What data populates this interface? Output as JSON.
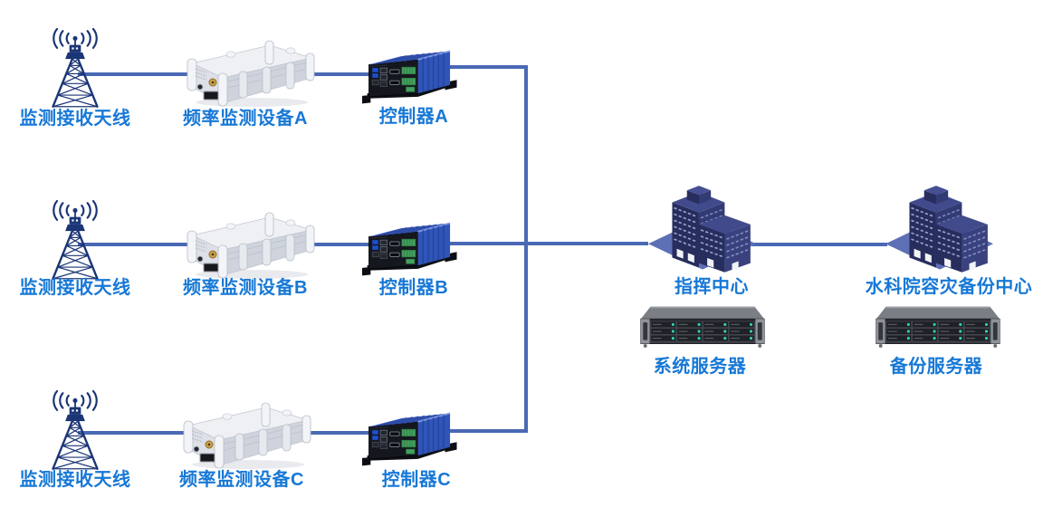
{
  "diagram": {
    "branches": [
      {
        "antenna_label": "监测接收天线",
        "device_label": "频率监测设备A",
        "controller_label": "控制器A"
      },
      {
        "antenna_label": "监测接收天线",
        "device_label": "频率监测设备B",
        "controller_label": "控制器B"
      },
      {
        "antenna_label": "监测接收天线",
        "device_label": "频率监测设备C",
        "controller_label": "控制器C"
      }
    ],
    "command_center_label": "指挥中心",
    "backup_center_label": "水科院容灾备份中心",
    "system_server_label": "系统服务器",
    "backup_server_label": "备份服务器",
    "colors": {
      "connector_line": "#4a69b4",
      "label_text": "#1778d6",
      "antenna_tower": "#1b3576",
      "building_dark": "#272e5d",
      "building_base": "#5d6fb5",
      "controller_body": "#2f55b8",
      "device_body": "#dde0e7",
      "server_led": "#2fd3b8"
    }
  }
}
